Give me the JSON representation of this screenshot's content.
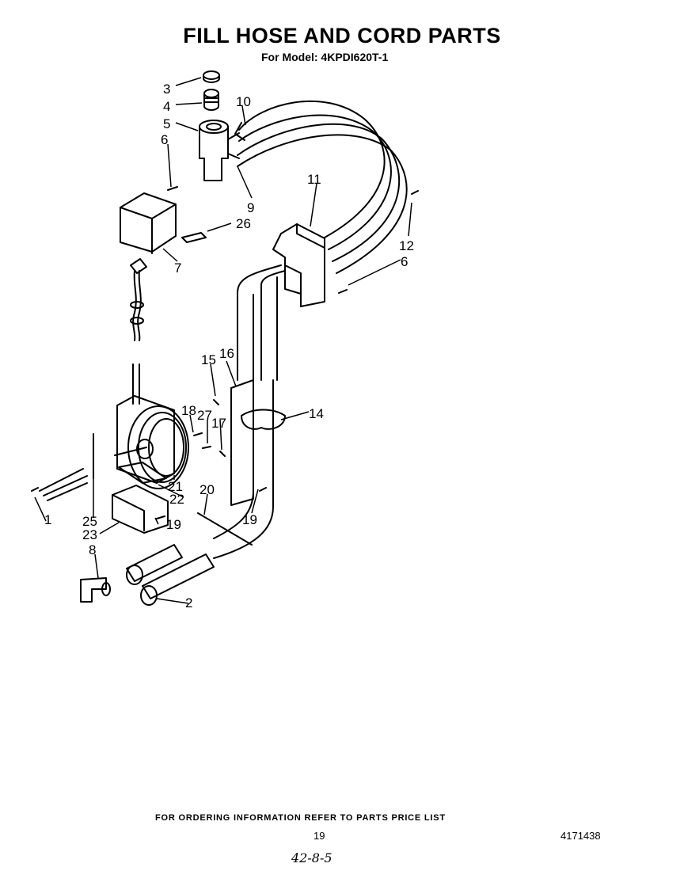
{
  "header": {
    "title": "FILL HOSE AND CORD PARTS",
    "subtitle": "For Model: 4KPDI620T-1"
  },
  "callouts": [
    "3",
    "4",
    "5",
    "6",
    "10",
    "9",
    "11",
    "26",
    "12",
    "6",
    "7",
    "15",
    "16",
    "18",
    "27",
    "17",
    "14",
    "21",
    "22",
    "20",
    "19",
    "1",
    "25",
    "23",
    "19",
    "8",
    "2"
  ],
  "footer": {
    "note": "FOR ORDERING INFORMATION REFER TO PARTS PRICE LIST",
    "page_number": "19",
    "doc_number": "4171438",
    "handwritten": "42-8-5"
  }
}
